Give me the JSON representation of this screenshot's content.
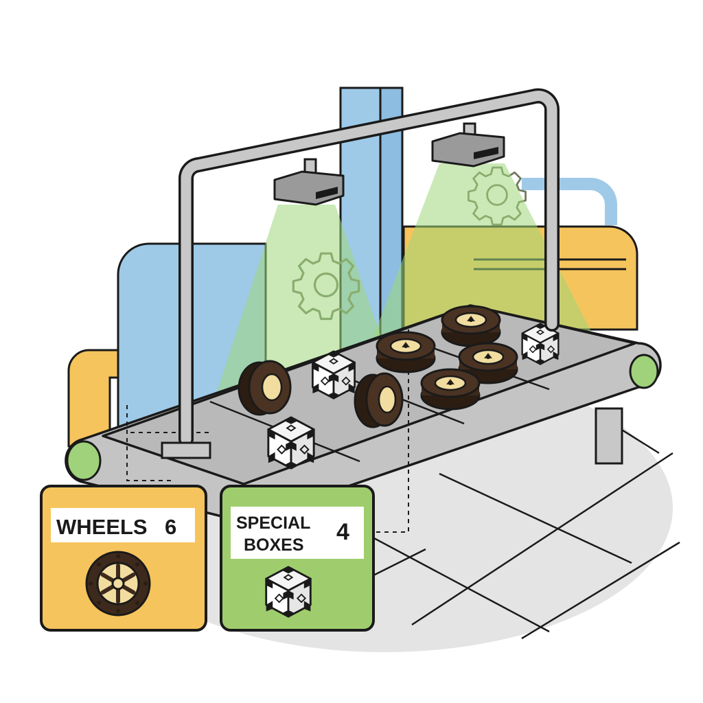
{
  "counters": {
    "wheels": {
      "label": "WHEELS",
      "count": "6",
      "icon": "wheel-icon"
    },
    "special_boxes": {
      "label_line1": "SPECIAL",
      "label_line2": "BOXES",
      "count": "4",
      "icon": "cube-box-icon"
    }
  },
  "colors": {
    "wheels_panel": "#f6c45c",
    "boxes_panel": "#9fcd6e",
    "scanner_beam": "#9ed77a",
    "tire": "#3d2a1c",
    "hub": "#f2dda0",
    "frame": "#c8c8c8",
    "belt": "#c4c4c4",
    "roller": "#9fd27a",
    "outline": "#1a1a1a",
    "bg_blue": "#9ecae8",
    "bg_yellow": "#f6c45c"
  }
}
